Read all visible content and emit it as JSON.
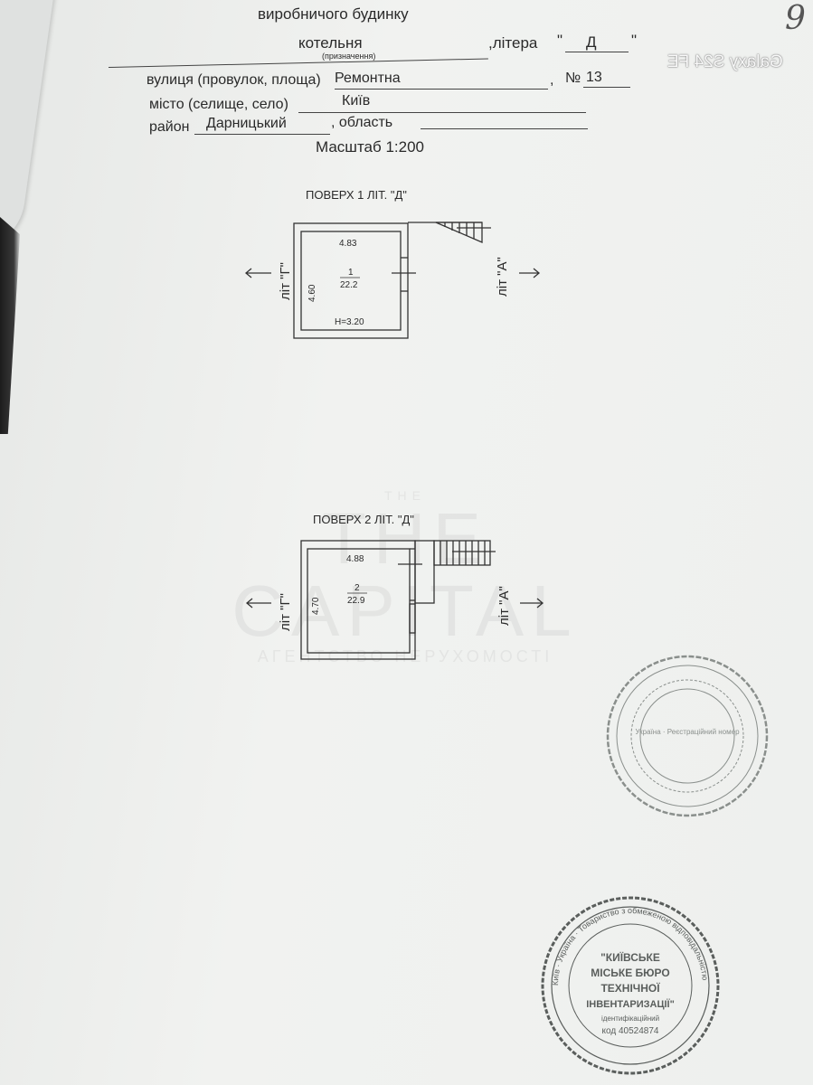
{
  "header": {
    "title_line": "виробничого будинку",
    "purpose_value": "котельня",
    "purpose_caption": "(призначення)",
    "letter_label": ",літера",
    "letter_value": "Д",
    "street_label": "вулиця (провулок, площа)",
    "street_value": "Ремонтна",
    "number_label": "№",
    "number_value": "13",
    "city_label": "місто (селище, село)",
    "city_value": "Київ",
    "district_label": "район",
    "district_value": "Дарницький",
    "region_label": ", область",
    "region_value": "",
    "scale": "Масштаб 1:200",
    "page_mark": "9"
  },
  "floor1": {
    "title": "ПОВЕРХ 1 ЛІТ. \"Д\"",
    "width": "4.83",
    "length": "4.60",
    "room_number": "1",
    "room_area": "22.2",
    "height": "H=3.20",
    "left_ref": "літ \"Г\"",
    "right_ref": "літ \"А\""
  },
  "floor2": {
    "title": "ПОВЕРХ 2 ЛІТ. \"Д\"",
    "width": "4.88",
    "length": "4.70",
    "room_number": "2",
    "room_area": "22.9",
    "left_ref": "літ \"Г\"",
    "right_ref": "літ \"А\""
  },
  "stamps": {
    "stamp1": {
      "center": "Україна · Реєстраційний номер",
      "color": "#8a8f8c"
    },
    "stamp2": {
      "ring": "Київ · Україна · Товариство з обмеженою відповідальністю",
      "lines": [
        "\"КИЇВСЬКЕ",
        "МІСЬКЕ БЮРО",
        "ТЕХНІЧНОЇ",
        "ІНВЕНТАРИЗАЦІЇ\""
      ],
      "code_label": "ідентифікаційний",
      "code": "код 40524874",
      "color": "#5a5e5c"
    }
  },
  "watermark": {
    "logo": "THE CAPITAL",
    "tagline": "АГЕНТСТВО НЕРУХОМОСТІ"
  },
  "camera_watermark": "Galaxy S24 FE"
}
